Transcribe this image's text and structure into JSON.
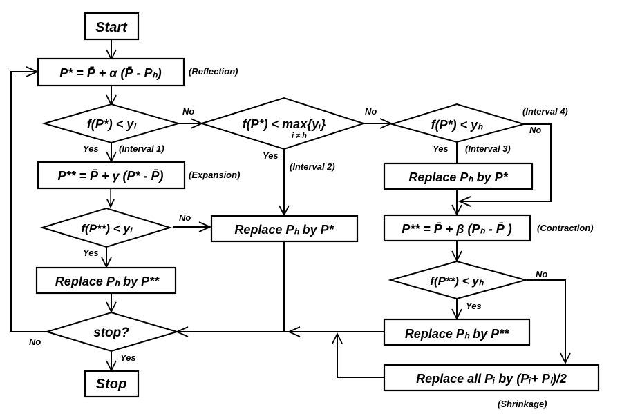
{
  "diagram": {
    "nodes": {
      "start": "Start",
      "reflection": "P* = P̄ + α (P̄ - Pₕ)",
      "decision1": "f(P*) < yₗ",
      "expansion": "P** = P̄ + γ (P* - P̄)",
      "decision_expansion": "f(P**) < yₗ",
      "replace_expansion": "Replace Pₕ by P**",
      "decision2_main": "f(P*) < max{yᵢ}",
      "decision2_sub": "i ≠ h",
      "replace_reflection": "Replace Pₕ by P*",
      "decision3": "f(P*) < yₕ",
      "replace_interval3": "Replace Pₕ by P*",
      "contraction": "P** = P̄ + β (Pₕ - P̄ )",
      "decision_contraction": "f(P**) < yₕ",
      "replace_contraction": "Replace Pₕ by P**",
      "shrink": "Replace all Pᵢ by (Pᵢ+ Pₗ)/2",
      "stop_decision": "stop?",
      "stop": "Stop"
    },
    "annotations": {
      "reflection": "(Reflection)",
      "expansion": "(Expansion)",
      "contraction": "(Contraction)",
      "shrinkage": "(Shrinkage)",
      "interval1": "(Interval 1)",
      "interval2": "(Interval 2)",
      "interval3": "(Interval 3)",
      "interval4": "(Interval 4)"
    },
    "edge_labels": {
      "yes": "Yes",
      "no": "No"
    }
  }
}
